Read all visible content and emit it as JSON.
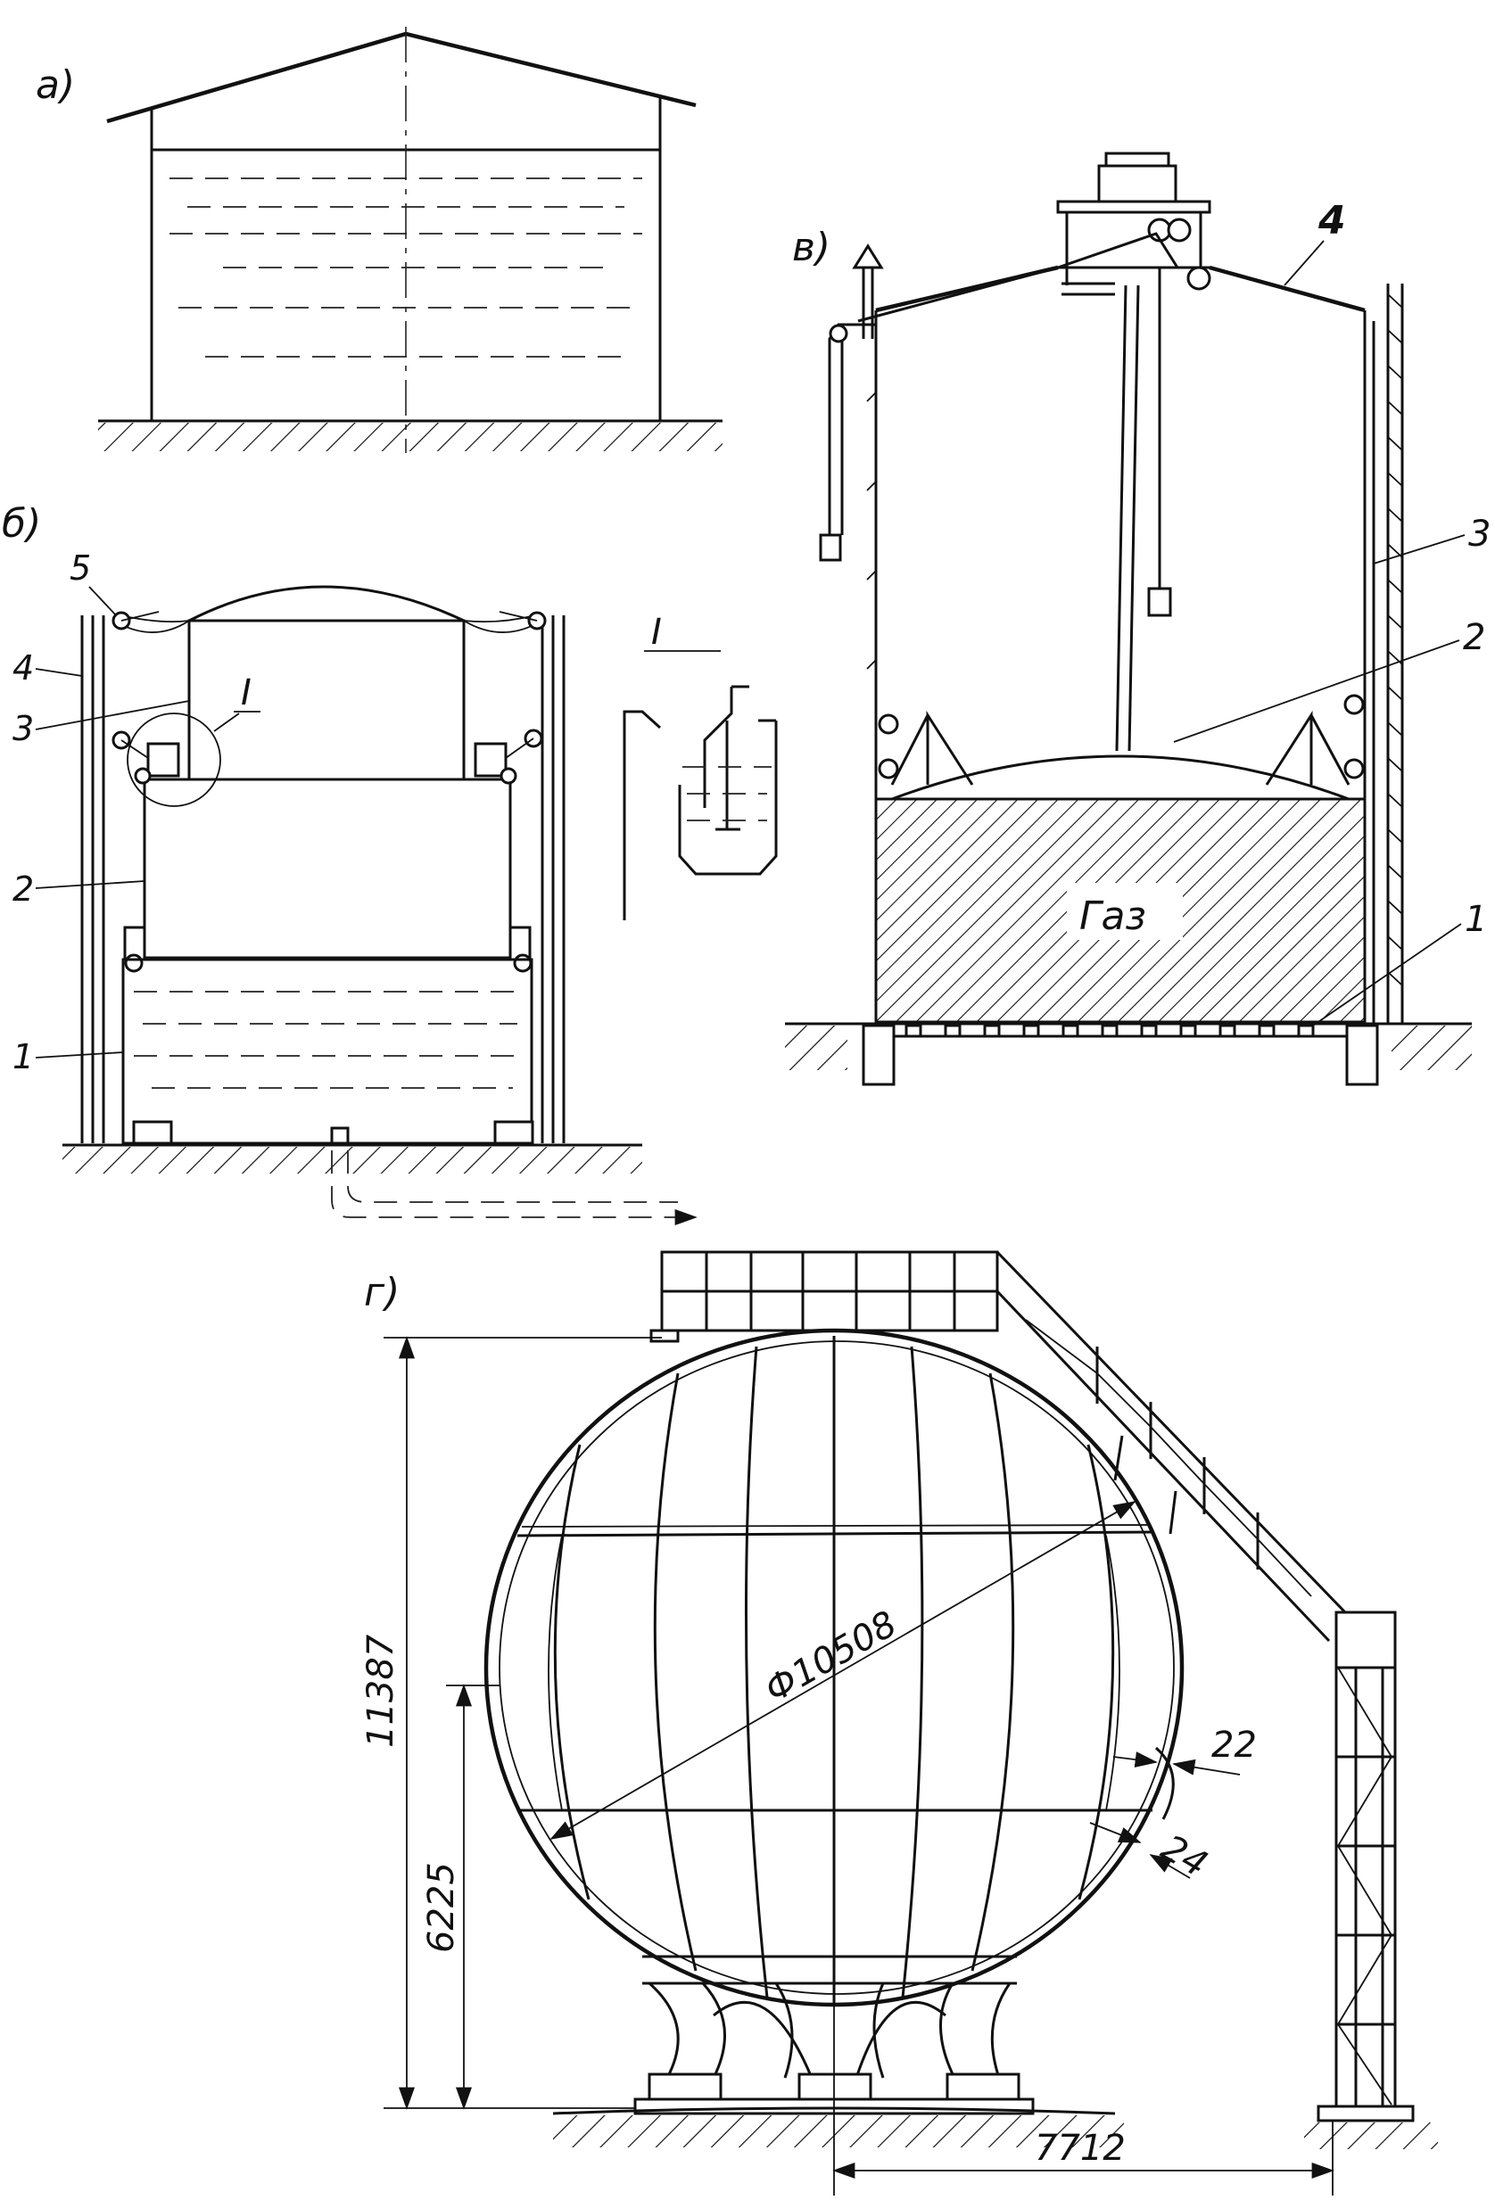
{
  "panels": {
    "a": {
      "label": "а)"
    },
    "b": {
      "label": "б)",
      "callouts": [
        "1",
        "2",
        "3",
        "4",
        "5"
      ],
      "detail_marker": "I",
      "detail_label": "I"
    },
    "v": {
      "label": "в)",
      "callouts": [
        "1",
        "2",
        "3",
        "4"
      ],
      "gas_label": "Газ"
    },
    "g": {
      "label": "г)",
      "dimensions": {
        "diameter": "Ф10508",
        "total_height": "11387",
        "equator_height": "6225",
        "offset": "7712",
        "wall_upper": "22",
        "wall_lower": "24"
      }
    }
  },
  "colors": {
    "ink": "#111111",
    "paper": "#ffffff"
  }
}
